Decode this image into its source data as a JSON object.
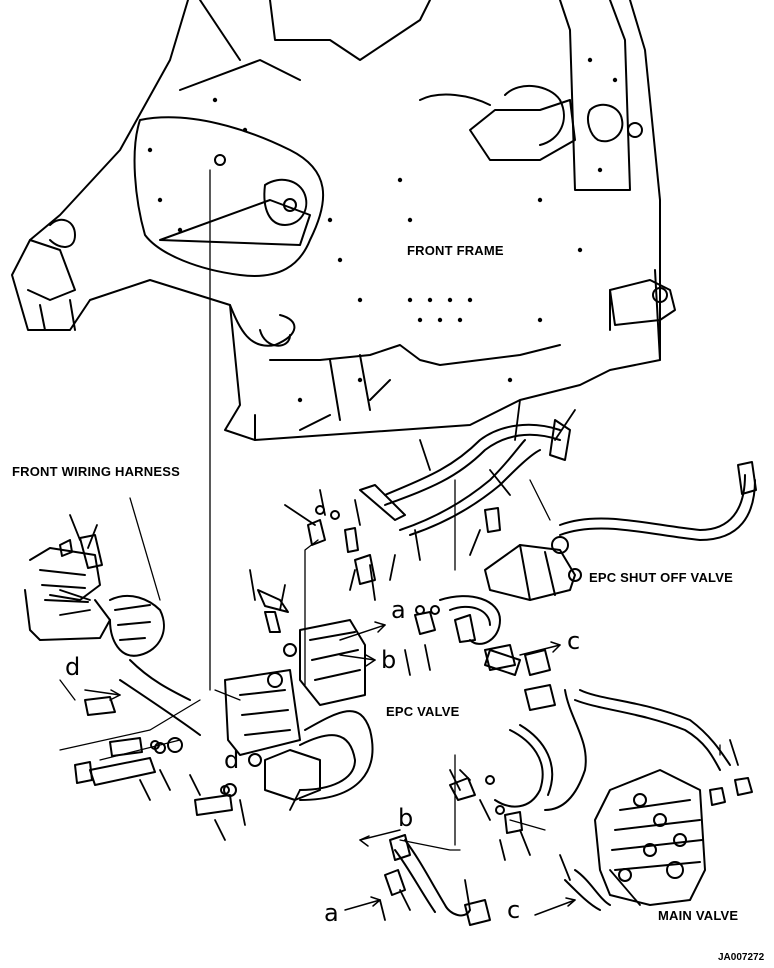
{
  "labels": {
    "front_frame": "FRONT FRAME",
    "front_wiring_harness": "FRONT WIRING HARNESS",
    "epc_shut_off_valve": "EPC SHUT OFF VALVE",
    "epc_valve": "EPC VALVE",
    "main_valve": "MAIN VALVE",
    "drawing_code": "JA007272"
  },
  "connection_markers": {
    "a_top": "a",
    "b_top": "b",
    "c_top": "c",
    "d_left": "d",
    "d_mid": "d",
    "b_bottom": "b",
    "a_bottom": "a",
    "c_bottom": "c"
  },
  "colors": {
    "line": "#000000",
    "background": "#ffffff"
  }
}
